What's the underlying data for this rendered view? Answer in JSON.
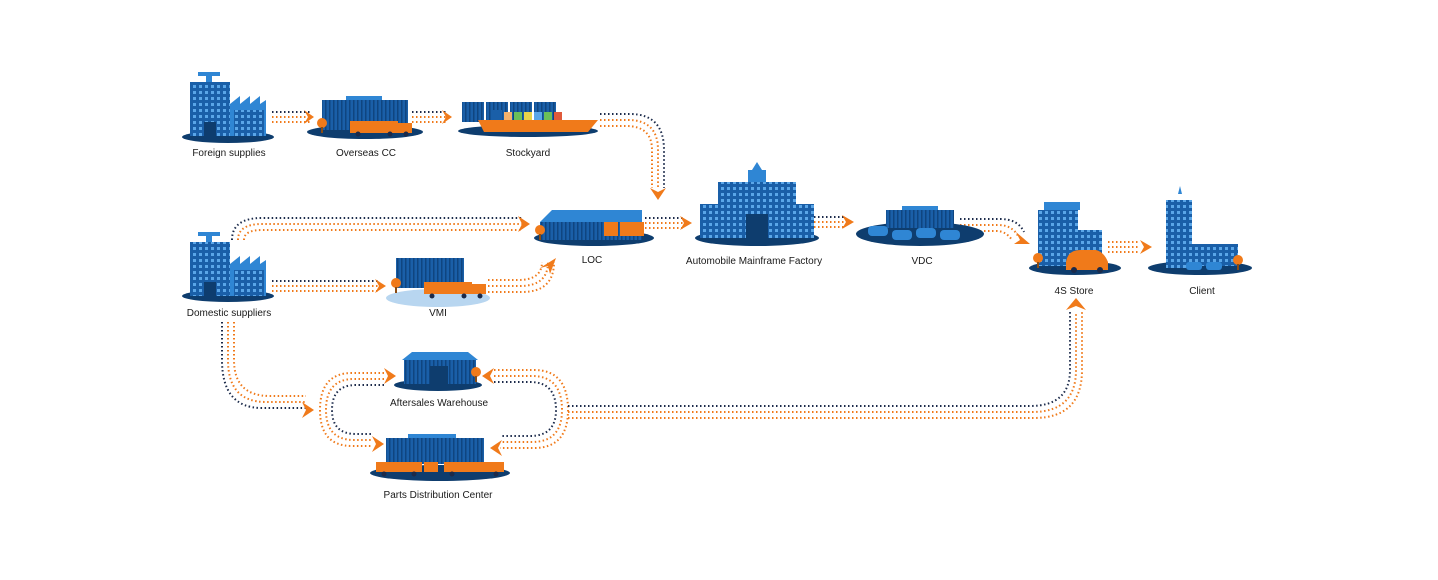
{
  "labels": {
    "foreign_supplies": "Foreign supplies",
    "overseas_cc": "Overseas CC",
    "stockyard": "Stockyard",
    "domestic_suppliers": "Domestic suppliers",
    "vmi": "VMI",
    "loc": "LOC",
    "factory": "Automobile Mainframe Factory",
    "vdc": "VDC",
    "store_4s": "4S Store",
    "client": "Client",
    "aftersales_warehouse": "Aftersales Warehouse",
    "parts_distribution_center": "Parts Distribution Center"
  },
  "colors": {
    "building_dark": "#1a5fa8",
    "building_light": "#2f86d4",
    "base_shadow": "#0e3d6e",
    "accent_orange": "#f07a1a",
    "dot_navy": "#1b2a4a"
  }
}
